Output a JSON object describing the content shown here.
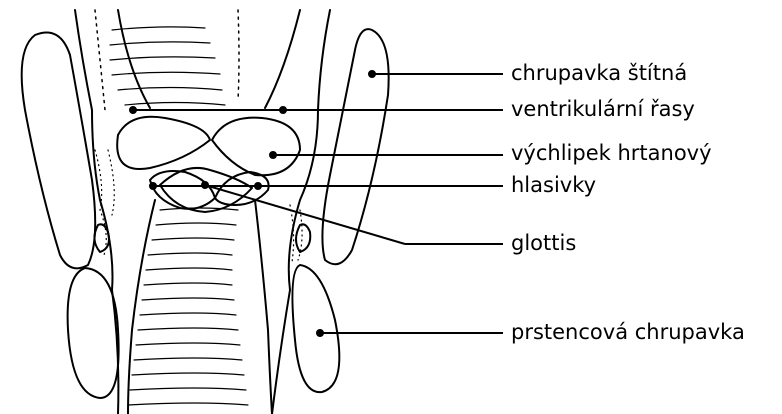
{
  "labels": {
    "chrupavka_stitna": "chrupavka štítná",
    "ventrikularni_rasy": "ventrikulární řasy",
    "vychlipek_hrtanovy": "výchlipek hrtanový",
    "hlasivky": "hlasivky",
    "glottis": "glottis",
    "prstencova_chrupavka": "prstencová chrupavka"
  },
  "colors": {
    "ink": "#000000",
    "background": "#ffffff"
  }
}
